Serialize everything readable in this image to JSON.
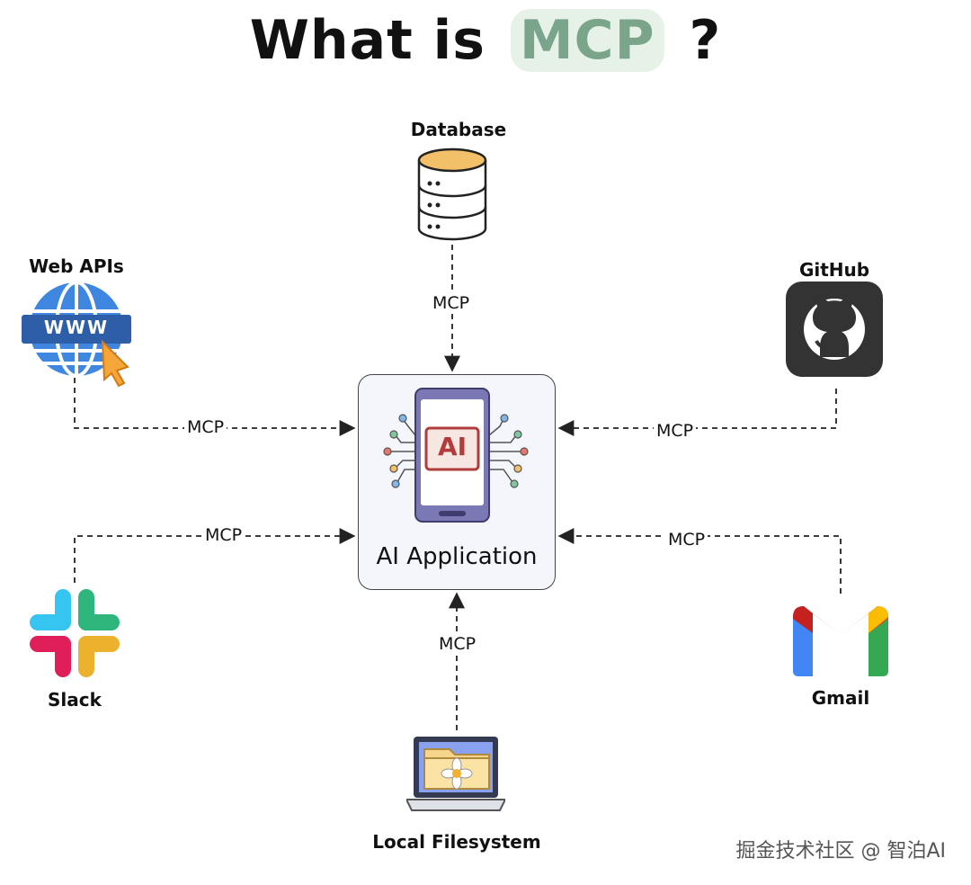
{
  "title": {
    "prefix": "What is",
    "highlight": "MCP",
    "suffix": "?"
  },
  "center": {
    "label": "AI Application",
    "badge": "AI"
  },
  "nodes": {
    "database": "Database",
    "web_apis": "Web APIs",
    "github": "GitHub",
    "slack": "Slack",
    "gmail": "Gmail",
    "local_filesystem": "Local Filesystem"
  },
  "web_icon_text": "WWW",
  "connection_label": "MCP",
  "watermark": "掘金技术社区 @ 智泊AI",
  "colors": {
    "accent": "#7aa58a",
    "highlight_bg": "#e6f1e8",
    "phone": "#7b78b6",
    "ai_red": "#b23b3b"
  }
}
